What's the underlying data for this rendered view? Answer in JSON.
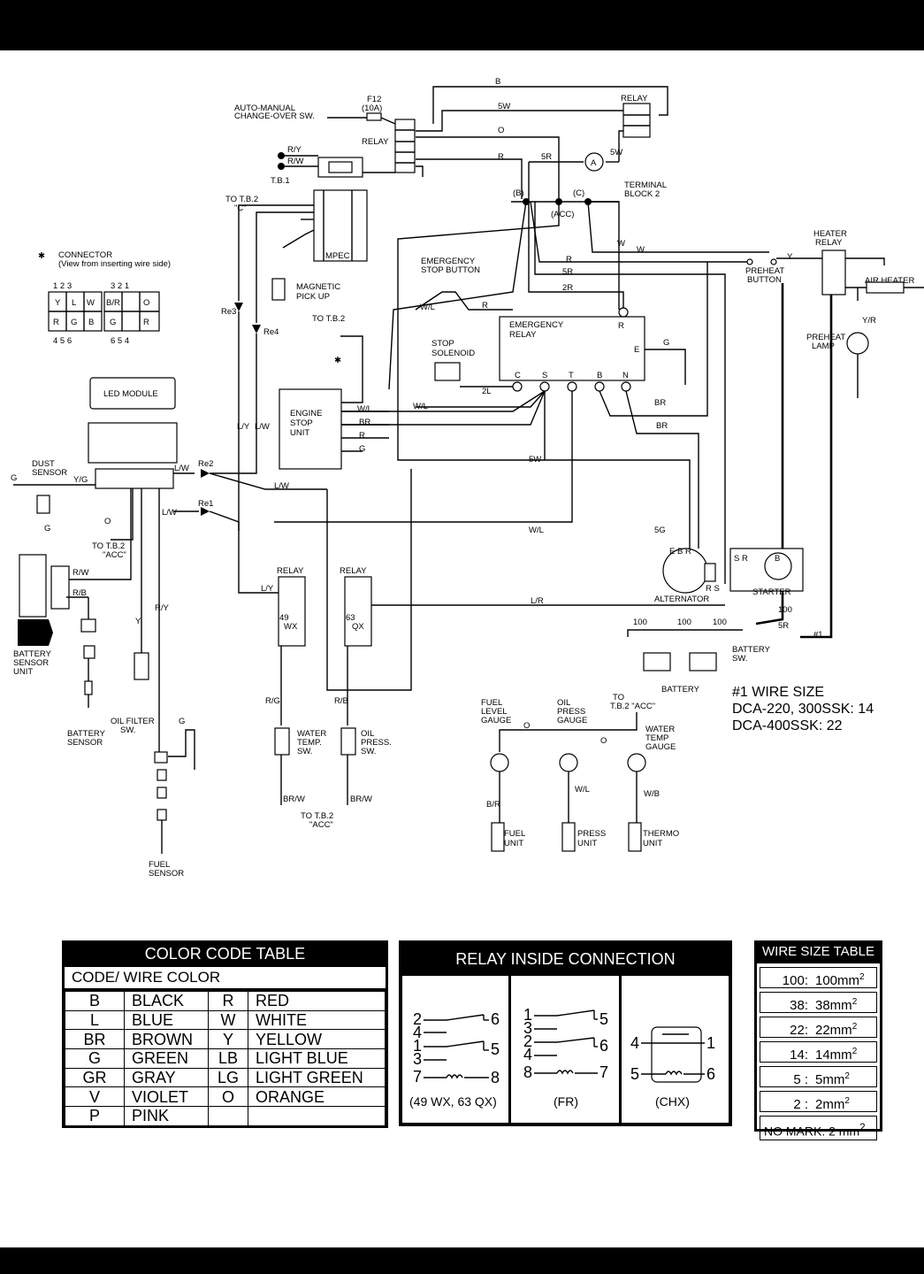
{
  "diagram": {
    "components": {
      "auto_manual": "AUTO-MANUAL",
      "change_over": "CHANGE-OVER SW.",
      "f12": "F12",
      "f12_rating": "(10A)",
      "relay": "RELAY",
      "tb1": "T.B.1",
      "to_tb2_c": "TO T.B.2",
      "c_quote": "\"C\"",
      "mpec": "MPEC",
      "magnetic_1": "MAGNETIC",
      "magnetic_2": "PICK UP",
      "connector_1": "CONNECTOR",
      "connector_2": "(View from inserting wire side)",
      "re1": "Re1",
      "re2": "Re2",
      "re3": "Re3",
      "re4": "Re4",
      "to_tb2": "TO T.B.2",
      "acc_quote": "\"ACC\"",
      "led_module": "LED MODULE",
      "dust_1": "DUST",
      "dust_2": "SENSOR",
      "engine_stop_1": "ENGINE",
      "engine_stop_2": "STOP",
      "engine_stop_3": "UNIT",
      "emergency_stop_1": "EMERGENCY",
      "emergency_stop_2": "STOP BUTTON",
      "stop_solenoid_1": "STOP",
      "stop_solenoid_2": "SOLENOID",
      "emergency_relay_1": "EMERGENCY",
      "emergency_relay_2": "RELAY",
      "terminal_block_1": "TERMINAL",
      "terminal_block_2": "BLOCK 2",
      "acc_paren": "(ACC)",
      "b_paren": "(B)",
      "c_paren": "(C)",
      "preheat_1": "PREHEAT",
      "preheat_2": "BUTTON",
      "heater_relay_1": "HEATER",
      "heater_relay_2": "RELAY",
      "air_heater": "AIR HEATER",
      "preheat_lamp_1": "PREHEAT",
      "preheat_lamp_2": "LAMP",
      "alternator": "ALTERNATOR",
      "starter": "STARTER",
      "battery_sw_1": "BATTERY",
      "battery_sw_2": "SW.",
      "battery": "BATTERY",
      "battery_sensor_unit_1": "BATTERY",
      "battery_sensor_unit_2": "SENSOR",
      "battery_sensor_unit_3": "UNIT",
      "battery_sensor_1": "BATTERY",
      "battery_sensor_2": "SENSOR",
      "oil_filter_1": "OIL FILTER",
      "oil_filter_2": "SW.",
      "fuel_sensor_1": "FUEL",
      "fuel_sensor_2": "SENSOR",
      "water_temp_sw_1": "WATER",
      "water_temp_sw_2": "TEMP.",
      "water_temp_sw_3": "SW.",
      "oil_press_sw_1": "OIL",
      "oil_press_sw_2": "PRESS.",
      "oil_press_sw_3": "SW.",
      "fuel_gauge_1": "FUEL",
      "fuel_gauge_2": "LEVEL",
      "fuel_gauge_3": "GAUGE",
      "oil_gauge_1": "OIL",
      "oil_gauge_2": "PRESS",
      "oil_gauge_3": "GAUGE",
      "water_gauge_1": "WATER",
      "water_gauge_2": "TEMP",
      "water_gauge_3": "GAUGE",
      "to_label": "TO",
      "tb2_acc": "T.B.2 \"ACC\"",
      "fuel_unit_1": "FUEL",
      "fuel_unit_2": "UNIT",
      "press_unit_1": "PRESS",
      "press_unit_2": "UNIT",
      "thermo_unit_1": "THERMO",
      "thermo_unit_2": "UNIT"
    },
    "wire_notes": {
      "line1": "#1 WIRE SIZE",
      "line2": "DCA-220, 300SSK: 14",
      "line3": "DCA-400SSK: 22"
    }
  },
  "color_code_table": {
    "title": "COLOR CODE TABLE",
    "subheader": "CODE/ WIRE COLOR",
    "rows": [
      {
        "c1": "B",
        "n1": "BLACK",
        "c2": "R",
        "n2": "RED"
      },
      {
        "c1": "L",
        "n1": "BLUE",
        "c2": "W",
        "n2": "WHITE"
      },
      {
        "c1": "BR",
        "n1": "BROWN",
        "c2": "Y",
        "n2": "YELLOW"
      },
      {
        "c1": "G",
        "n1": "GREEN",
        "c2": "LB",
        "n2": "LIGHT BLUE"
      },
      {
        "c1": "GR",
        "n1": "GRAY",
        "c2": "LG",
        "n2": "LIGHT GREEN"
      },
      {
        "c1": "V",
        "n1": "VIOLET",
        "c2": "O",
        "n2": "ORANGE"
      },
      {
        "c1": "P",
        "n1": "PINK",
        "c2": "",
        "n2": ""
      }
    ]
  },
  "relay_table": {
    "title": "RELAY INSIDE CONNECTION",
    "captions": [
      "(49 WX, 63 QX)",
      "(FR)",
      "(CHX)"
    ]
  },
  "wire_size_table": {
    "title": "WIRE SIZE TABLE",
    "rows": [
      {
        "k": "100:",
        "v": "100mm"
      },
      {
        "k": "38:",
        "v": "38mm"
      },
      {
        "k": "22:",
        "v": "22mm"
      },
      {
        "k": "14:",
        "v": "14mm"
      },
      {
        "k": "5 :",
        "v": "5mm"
      },
      {
        "k": "2 :",
        "v": "2mm"
      }
    ],
    "no_mark": "NO MARK: 2 mm"
  }
}
